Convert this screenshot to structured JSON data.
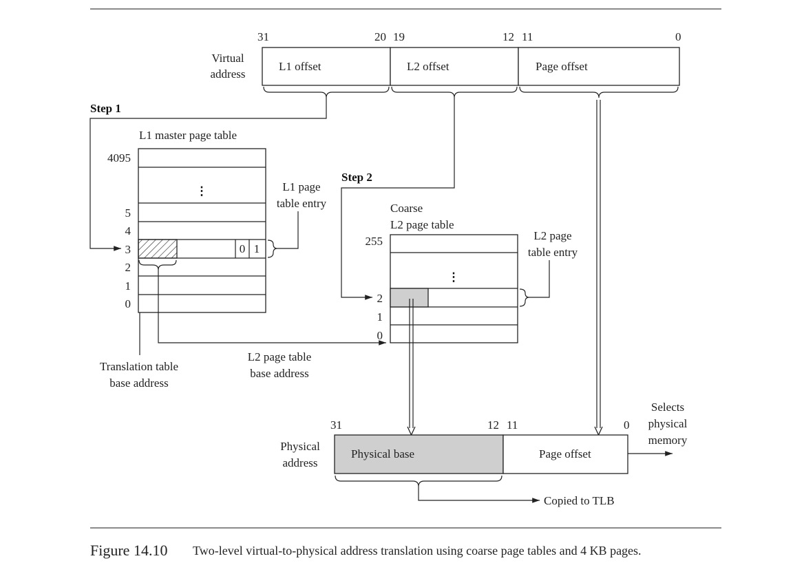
{
  "virtual_address": {
    "label_line1": "Virtual",
    "label_line2": "address",
    "bits": {
      "b31": "31",
      "b20": "20",
      "b19": "19",
      "b12": "12",
      "b11": "11",
      "b0": "0"
    },
    "fields": {
      "l1": "L1 offset",
      "l2": "L2 offset",
      "page": "Page offset"
    }
  },
  "step1": "Step 1",
  "step2": "Step 2",
  "l1_table": {
    "title": "L1 master page table",
    "rows": [
      "4095",
      "5",
      "4",
      "3",
      "2",
      "1",
      "0"
    ],
    "entry_bits": [
      "0",
      "1"
    ],
    "entry_label_line1": "L1 page",
    "entry_label_line2": "table entry",
    "ellipsis": "⋮"
  },
  "l2_table": {
    "title_line1": "Coarse",
    "title_line2": "L2 page table",
    "rows": [
      "255",
      "2",
      "1",
      "0"
    ],
    "entry_label_line1": "L2 page",
    "entry_label_line2": "table entry",
    "ellipsis": "⋮"
  },
  "translation_base_line1": "Translation table",
  "translation_base_line2": "base address",
  "l2_base_line1": "L2 page table",
  "l2_base_line2": "base address",
  "physical_address": {
    "label_line1": "Physical",
    "label_line2": "address",
    "bits": {
      "b31": "31",
      "b12": "12",
      "b11": "11",
      "b0": "0"
    },
    "fields": {
      "base": "Physical base",
      "page": "Page offset"
    }
  },
  "selects_line1": "Selects",
  "selects_line2": "physical",
  "selects_line3": "memory",
  "copied_tlb": "Copied to TLB",
  "caption": {
    "number": "Figure 14.10",
    "text": "Two-level virtual-to-physical address translation using coarse page tables and 4 KB pages."
  }
}
